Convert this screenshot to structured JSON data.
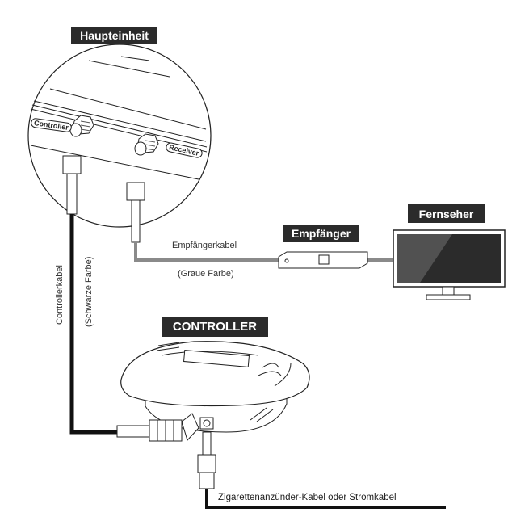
{
  "labels": {
    "main_unit": "Haupteinheit",
    "receiver": "Empfänger",
    "tv": "Fernseher",
    "controller": "CONTROLLER"
  },
  "ports": {
    "controller": "Controller",
    "receiver": "Receiver"
  },
  "cables": {
    "receiver_cable": "Empfängerkabel",
    "receiver_cable_color": "(Graue Farbe)",
    "controller_cable": "Controllerkabel",
    "controller_cable_color": "(Schwarze Farbe)",
    "power_cable": "Zigarettenanzünder-Kabel oder Stromkabel"
  },
  "colors": {
    "label_bg": "#2b2b2b",
    "controller_cable": "#111111",
    "receiver_cable": "#8a8a8a"
  }
}
